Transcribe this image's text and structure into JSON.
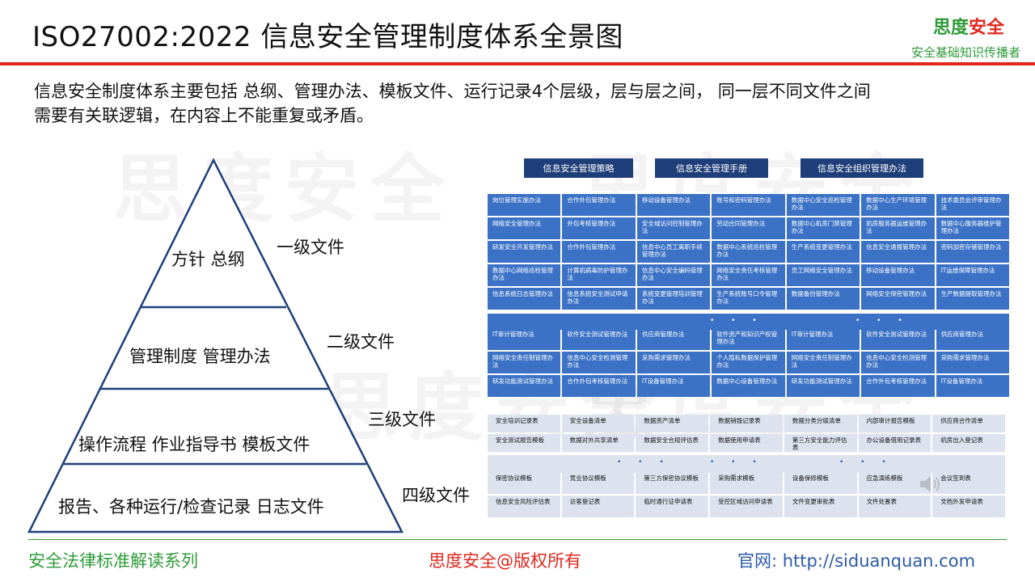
{
  "header": {
    "title": "ISO27002:2022 信息安全管理制度体系全景图",
    "brand_part1": "思度",
    "brand_part2": "安全",
    "brand_tagline": "安全基础知识传播者"
  },
  "intro": {
    "line1": "信息安全制度体系主要包括 总纲、管理办法、模板文件、运行记录4个层级，层与层之间， 同一层不同文件之间",
    "line2": "需要有关联逻辑，在内容上不能重复或矛盾。"
  },
  "watermark": "思度安全",
  "pyramid": {
    "levels": [
      {
        "content": "方针 总纲",
        "label": "一级文件"
      },
      {
        "content": "管理制度 管理办法",
        "label": "二级文件"
      },
      {
        "content": "操作流程 作业指导书 模板文件",
        "label": "三级文件"
      },
      {
        "content": "报告、各种运行/检查记录 日志文件",
        "label": "四级文件"
      }
    ]
  },
  "level1_headers": [
    "信息安全管理策略",
    "信息安全管理手册",
    "信息安全组织管理办法"
  ],
  "level2_grid_top": [
    [
      "岗位管理实施办法",
      "合作外包管理办法",
      "移动设备管理办法",
      "账号和密码管理办法",
      "数据中心安全巡检管理办法",
      "数据中心生产环境管理办法",
      "技术委员会评审管理办法"
    ],
    [
      "网络安全管理办法",
      "外包考核管理办法",
      "安全域访问控制管理办法",
      "劳动合同管理办法",
      "数据中心机房门禁管理办法",
      "机房服务器运维管理办法",
      "数据中心服务器维护管理办法"
    ],
    [
      "研发安全开发管理办法",
      "合作外包管理办法",
      "信息中心员工离职手续管理办法",
      "数据中心系统巡检管理办法",
      "生产系统变更管理办法",
      "信息安全通报管理办法",
      "密码加密存储管理办法"
    ],
    [
      "数据中心网络巡检管理办法",
      "计算机病毒防护管理办法",
      "信息中心安全编码管理办法",
      "网络安全责任考核管理办法",
      "员工网络安全管理办法",
      "移动设备管理办法",
      "IT运维保障管理办法"
    ],
    [
      "信息系统日志管理办法",
      "信息系统安全测试申请办法",
      "系统变更管理培训管理办法",
      "生产系统账号口令管理办法",
      "数据备份管理办法",
      "网络安全保密管理办法",
      "生产数据提取管理办法"
    ]
  ],
  "level2_grid_bottom": [
    [
      "IT审计管理办法",
      "软件安全测试管理办法",
      "供应商管理办法",
      "软件资产和知识产权管理办法",
      "IT审计管理办法",
      "软件安全测试管理办法",
      "供应商管理办法"
    ],
    [
      "网络安全责任制管理办法",
      "信息中心安全检测管理办法",
      "采购需求管理办法",
      "个人隐私数据保护管理办法",
      "网络安全责任制管理办法",
      "信息中心安全检测管理办法",
      "采购需求管理办法"
    ],
    [
      "研发功能测试管理办法",
      "合作外包考核管理办法",
      "IT设备管理办法",
      "数据中心设备管理办法",
      "研发功能测试管理办法",
      "合作外包考核管理办法",
      "IT设备管理办法"
    ]
  ],
  "level3_grid": [
    [
      "安全培训记录表",
      "安全设备清单",
      "数据资产清单",
      "数据销毁记录表",
      "数据分类分级清单",
      "内部审计报告模板",
      "供应商合作清单"
    ],
    [
      "安全测试报告模板",
      "数据对外共享清单",
      "数据安全合规评估表",
      "数据使用申请表",
      "第三方安全能力评估表",
      "办公设备借用记录表",
      "机房出入登记表"
    ]
  ],
  "level4_grid": [
    [
      "保密协议模板",
      "竞业协议模板",
      "第三方保密协议模板",
      "采购需求模板",
      "设备保修模板",
      "应急演练模板",
      "会议签到表"
    ],
    [
      "信息安全风险评估表",
      "访客登记表",
      "临时通行证申请表",
      "受控区域访问申请表",
      "文件变更审批表",
      "文件处置表",
      "文档外发申请表"
    ]
  ],
  "ellipsis": "• • •",
  "footer": {
    "left": "安全法律标准解读系列",
    "center": "思度安全@版权所有",
    "right": "官网: http://siduanquan.com"
  },
  "colors": {
    "accent_red": "#e1261c",
    "accent_green": "#2e9a38",
    "header_navy": "#1f3f7a",
    "cell_blue": "#3b72c6",
    "cell_gray": "#dce3ef"
  }
}
